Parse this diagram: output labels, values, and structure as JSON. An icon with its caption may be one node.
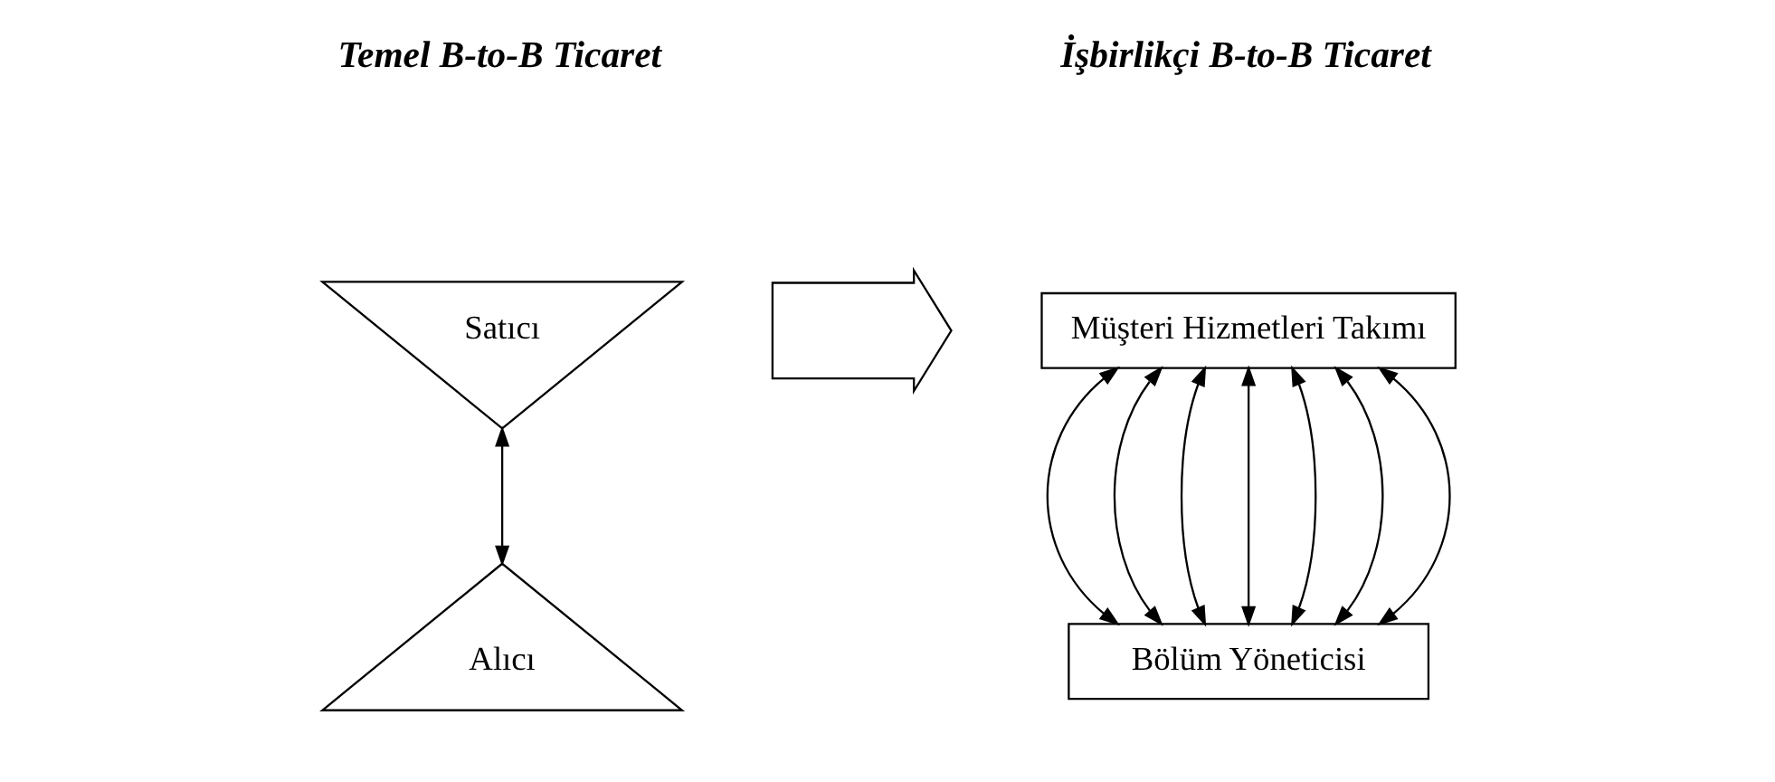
{
  "diagram": {
    "nodes": [
      {
        "text": [
          "Satıcı"
        ]
      },
      {
        "text": [
          "Alıcı"
        ]
      },
      {
        "text": [],
        "shape": "arrow"
      },
      {
        "text": [
          "Müşteri Hizmetleri Takımı"
        ]
      },
      {
        "text": [
          "Bölüm Yöneticisi"
        ]
      }
    ],
    "edges": [
      {
        "from": 0,
        "to": 1,
        "arrow": "both"
      },
      {
        "from": 3,
        "to": 4,
        "arrow": "both"
      },
      {
        "from": 3,
        "to": 4,
        "arrow": "both"
      },
      {
        "from": 3,
        "to": 4,
        "arrow": "both"
      },
      {
        "from": 3,
        "to": 4,
        "arrow": "both"
      },
      {
        "from": 3,
        "to": 4,
        "arrow": "both"
      },
      {
        "from": 3,
        "to": 4,
        "arrow": "both"
      },
      {
        "from": 3,
        "to": 4,
        "arrow": "both"
      }
    ],
    "labels": [
      "Temel B-to-B Ticaret",
      "İşbirlikçi B-to-B Ticaret"
    ]
  }
}
